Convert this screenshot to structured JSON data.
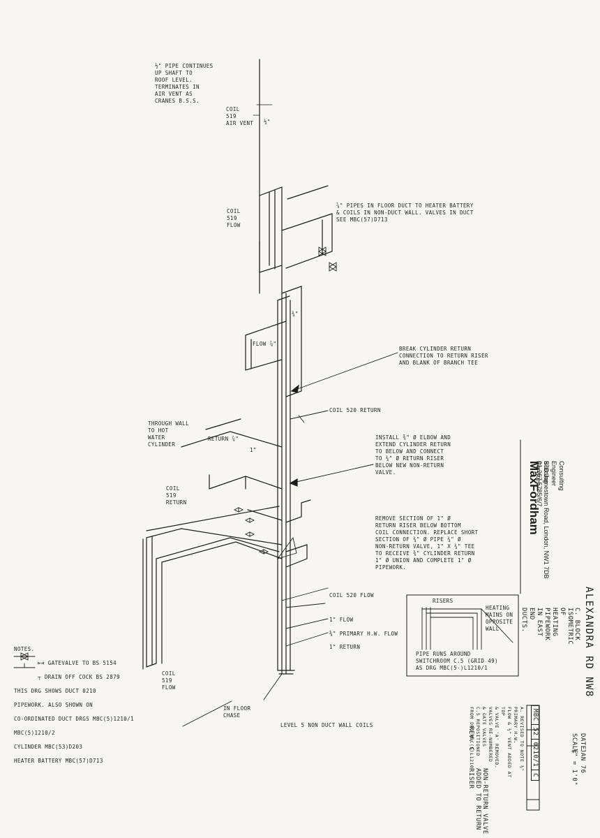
{
  "annotations": {
    "roof_note": "½\" pipe continues\nup shaft to\nroof level.\nterminates in\nair vent as\ncranes b.s.s.",
    "coil_519_main": "coil\n519\nair vent",
    "coil_519_flow": "coil\n519\nflow",
    "pipes_floor_duct": "⅞\" pipes in floor duct to heater battery\n& coils in non-duct wall. valves in duct\nsee mbc(57)d713",
    "flow_label": "flow ⅞\"",
    "break_cylinder": "break cylinder return\nconnection to return riser\nand blank of branch tee",
    "coil_520_return": "coil 520 return",
    "through_wall": "through wall\nto hot\nwater\ncylinder",
    "return_label": "return ⅞\"",
    "install_elbow": "install ⅜\" ø elbow and\nextend cylinder return\nto below and connect\nto ¾\" ø return riser\nbelow new non-return\nvalve.",
    "coil_519_return": "coil\n519\nreturn",
    "remove_section": "remove section of 1\" ø\nreturn riser below bottom\ncoil connection. replace short\nsection of ¾\" ø pipe ¾\" ø\nnon-return valve, 1\" x ¾\" tee\nto receive ⅜\" cylinder return\n1\" ø union and complete 1\" ø\npipework.",
    "coil_520_flow": "coil 520 flow",
    "flow_1": "1\" flow",
    "primary_hw_flow": "⅜\" primary h.w. flow",
    "return_1": "1\" return",
    "coil_519_bottom": "coil\n519\nflow",
    "in_floor_chase": "in floor\nchase",
    "level5": "level 5   non duct wall coils",
    "size_half": "½\"",
    "size_3q": "¾\"",
    "size_1": "1\""
  },
  "notes": {
    "heading": "notes.",
    "items": [
      "⊳⊲ gatevalve to bs 5154",
      "┬ drain off cock bs 2879",
      "this drg shows duct 0210",
      "pipework. also shown on",
      "co-ordinated duct drgs mbc(5)1210/1",
      "                        mbc(5)1210/2",
      "cylinder mbc(53)d203",
      "heater battery mbc(57)d713"
    ]
  },
  "inset": {
    "risers": "risers",
    "heating": "heating\nmains on\nopposite\nwall",
    "caption": "pipe runs around\nswitchroom c.5 (grid 49)\nas drg mbc(5-)l1210/1"
  },
  "title_block": {
    "project": "alexandra rd nw8",
    "firm": "MaxFordham",
    "subtitle": "Consulting Engineer\nBuilding Services",
    "address": "57D Jamestown Road, London, NW1 7DB",
    "phone": "01-267 5785/6/7",
    "drawn_by": "c. block",
    "drawing_title": "isometric of heating pipework\nin east end ducts.",
    "date_label": "date",
    "date_value": "jan 76",
    "scale_label": "scale",
    "scale_value": "⅛\" = 1'0\"",
    "drawing_number": [
      "mbc",
      "52",
      "0210/1",
      "c"
    ],
    "revisions_a": "a. revised to note ⅜\" primary h.w.\n   flow & ½\" vent added at top\n   & valve 'a' removed.\n   valves re-numbered\n   & gate valves\n   c.5 repositioned\n   from drg mbc(5)l1210",
    "rev_c_label": "rev. c",
    "rev_c_text": "non-return valve\nadded to return\nriser"
  }
}
